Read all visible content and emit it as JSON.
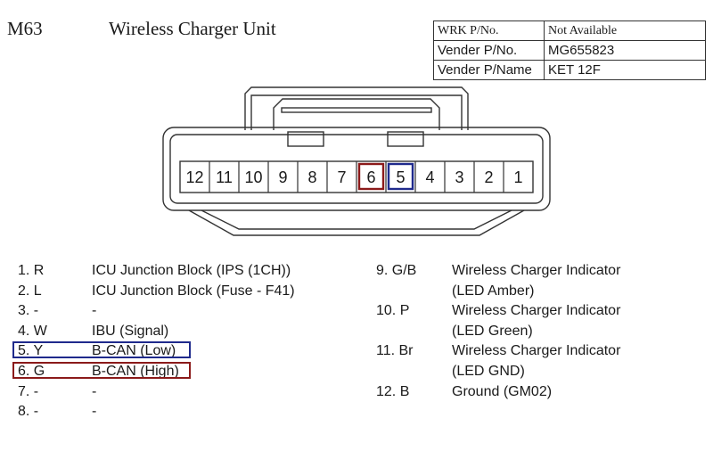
{
  "connector": {
    "code": "M63",
    "name": "Wireless Charger Unit"
  },
  "part_table": [
    {
      "key": "WRK P/No.",
      "value": "Not Available"
    },
    {
      "key": "Vender P/No.",
      "value": "MG655823"
    },
    {
      "key": "Vender P/Name",
      "value": "KET 12F"
    }
  ],
  "cavities": [
    "12",
    "11",
    "10",
    "9",
    "8",
    "7",
    "6",
    "5",
    "4",
    "3",
    "2",
    "1"
  ],
  "pins_left": [
    {
      "label": "1. R",
      "desc": "ICU Junction Block (IPS (1CH))"
    },
    {
      "label": "2. L",
      "desc": "ICU Junction Block (Fuse - F41)"
    },
    {
      "label": "3. -",
      "desc": "-"
    },
    {
      "label": "4. W",
      "desc": "IBU (Signal)"
    },
    {
      "label": "5. Y",
      "desc": "B-CAN (Low)"
    },
    {
      "label": "6. G",
      "desc": "B-CAN (High)"
    },
    {
      "label": "7. -",
      "desc": "-"
    },
    {
      "label": "8. -",
      "desc": "-"
    }
  ],
  "pins_right": [
    {
      "label": "9. G/B",
      "desc": "Wireless Charger Indicator"
    },
    {
      "label": "",
      "desc": "(LED Amber)"
    },
    {
      "label": "10. P",
      "desc": "Wireless Charger Indicator"
    },
    {
      "label": "",
      "desc": "(LED Green)"
    },
    {
      "label": "11. Br",
      "desc": "Wireless Charger Indicator"
    },
    {
      "label": "",
      "desc": "(LED GND)"
    },
    {
      "label": "12. B",
      "desc": "Ground (GM02)"
    }
  ],
  "highlights": {
    "low": {
      "pin": "5",
      "color": "#1f2a8c"
    },
    "high": {
      "pin": "6",
      "color": "#8b1a1a"
    }
  }
}
